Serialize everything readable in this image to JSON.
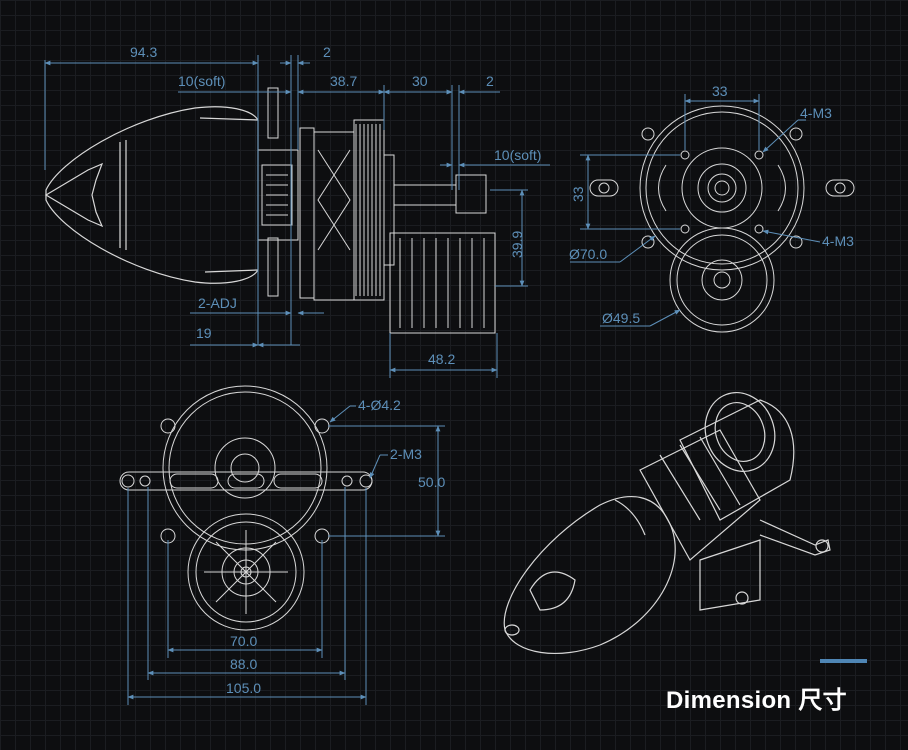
{
  "colors": {
    "dimension": "#5d8fb8",
    "line": "#d8d8d8",
    "accent_bar": "#4f86b5",
    "background": "#0d0e10"
  },
  "side_view": {
    "labels": {
      "l_94_3": "94.3",
      "l_2_top": "2",
      "l_10soft_a": "10(soft)",
      "l_38_7": "38.7",
      "l_30": "30",
      "l_2_right": "2",
      "l_10soft_b": "10(soft)",
      "l_39_9": "39.9",
      "l_2adj": "2-ADJ",
      "l_19": "19",
      "l_48_2": "48.2"
    }
  },
  "front_view": {
    "labels": {
      "l_33_top": "33",
      "l_4m3_top": "4-M3",
      "l_33_left": "33",
      "l_phi70": "Ø70.0",
      "l_4m3_bottom": "4-M3",
      "l_phi49_5": "Ø49.5"
    }
  },
  "rear_view": {
    "labels": {
      "l_4phi4_2": "4-Ø4.2",
      "l_2m3": "2-M3",
      "l_50": "50.0",
      "l_70": "70.0",
      "l_88": "88.0",
      "l_105": "105.0"
    }
  },
  "caption": {
    "text": "Dimension 尺寸"
  }
}
